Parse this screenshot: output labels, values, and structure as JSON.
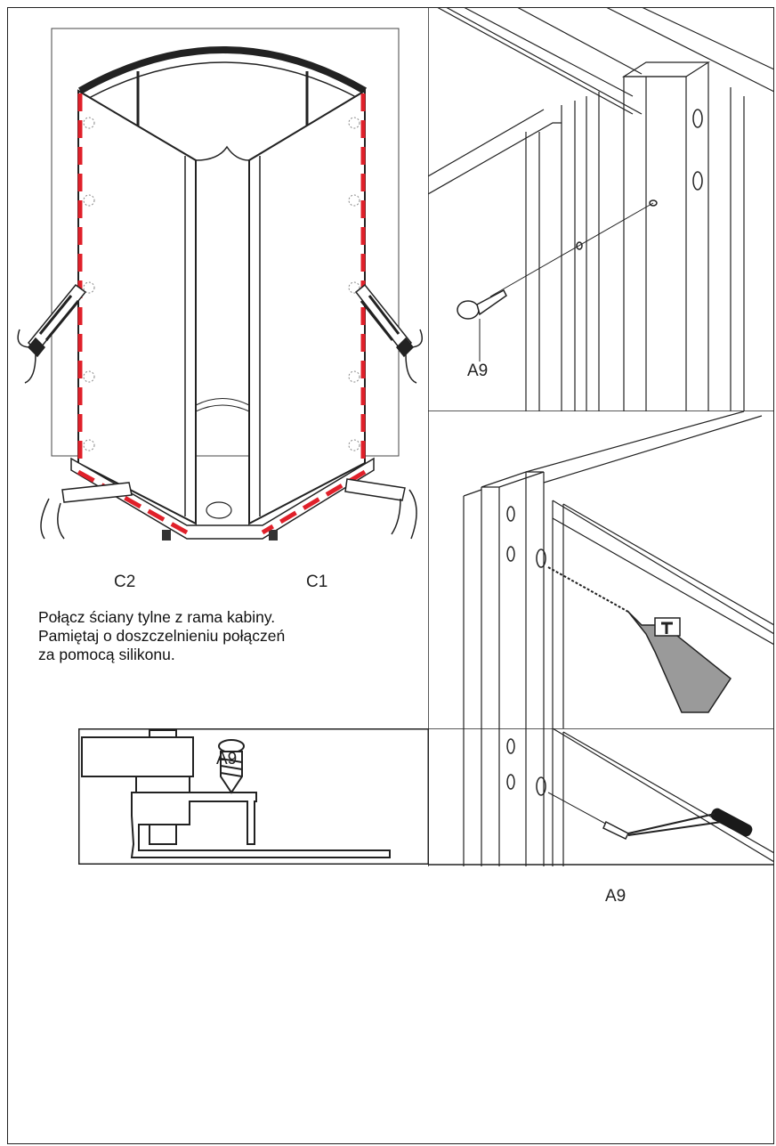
{
  "labels": {
    "c2": "C2",
    "c1": "C1",
    "a9_top": "A9",
    "a9_detail": "A9",
    "a9_bottom": "A9"
  },
  "instructions": [
    "Połącz ściany tylne z rama kabiny.",
    "Pamiętaj o doszczelnieniu połączeń",
    "za pomocą silikonu."
  ],
  "colors": {
    "line": "#222222",
    "sealant_dash": "#e0202a",
    "tool_grey": "#9a9a9a"
  }
}
